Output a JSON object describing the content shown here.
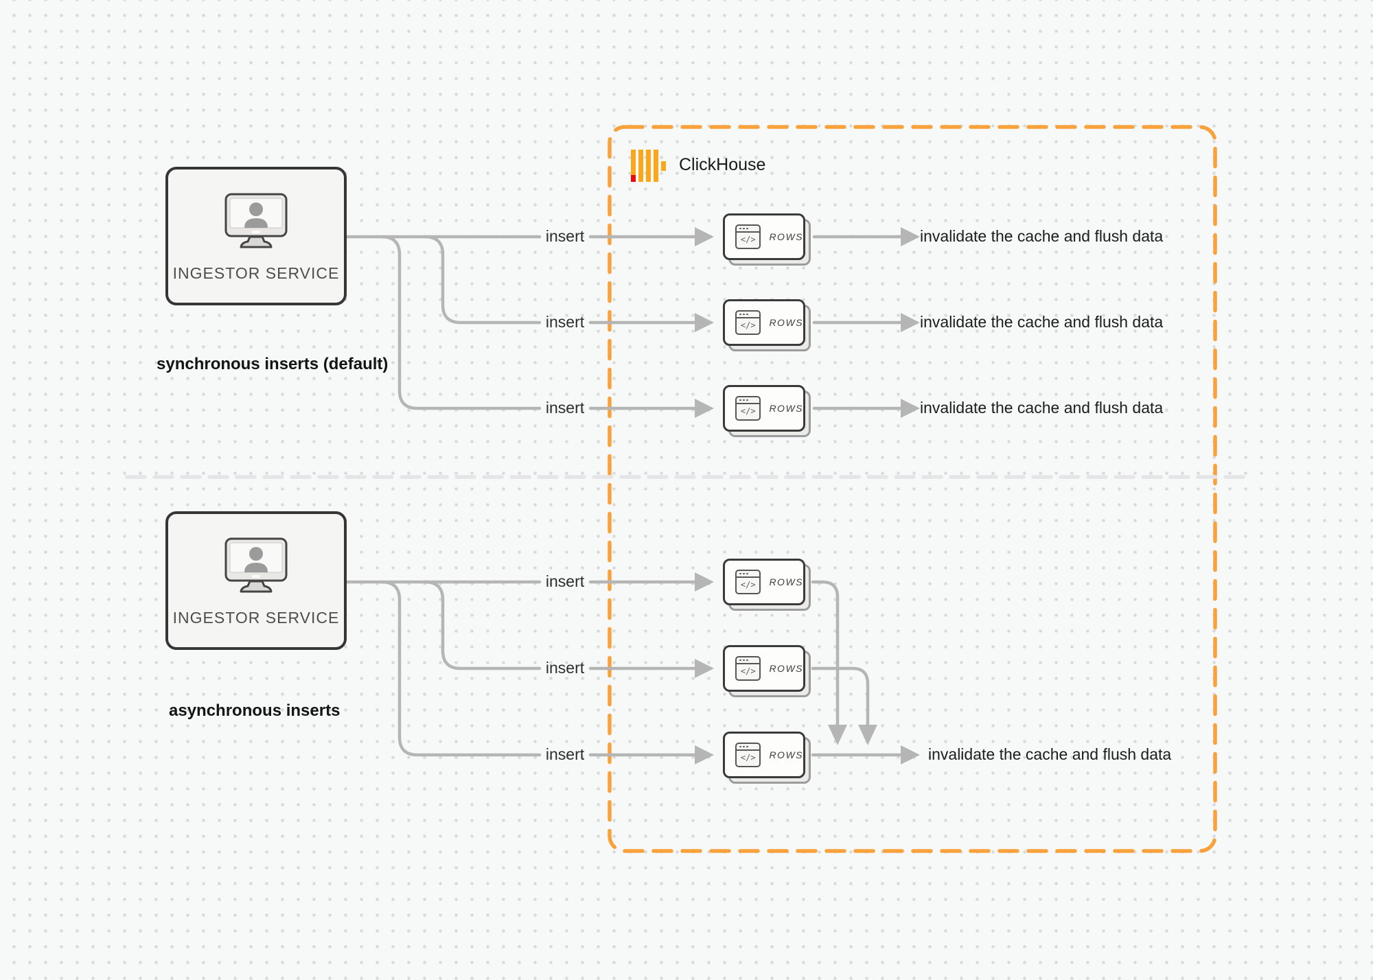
{
  "colors": {
    "background": "#f7f8f8",
    "dot_grid": "#d9dadc",
    "connector_gray": "#b5b5b5",
    "divider_gray": "#e5e5e7",
    "clickhouse_border_orange": "#F9A13B",
    "logo_yellow": "#FAA81A",
    "logo_red": "#EE0A0A",
    "box_border_dark": "#363636"
  },
  "clickhouse": {
    "name": "ClickHouse"
  },
  "card": {
    "label": "ROWS",
    "glyph": "</>"
  },
  "sync_section": {
    "service_label": "INGESTOR SERVICE",
    "caption": "synchronous inserts (default)",
    "inserts": [
      "insert",
      "insert",
      "insert"
    ],
    "results": [
      "invalidate the cache and flush data",
      "invalidate the cache and flush data",
      "invalidate the cache and flush data"
    ]
  },
  "async_section": {
    "service_label": "INGESTOR SERVICE",
    "caption": "asynchronous inserts",
    "inserts": [
      "insert",
      "insert",
      "insert"
    ],
    "result": "invalidate the cache and flush data"
  }
}
